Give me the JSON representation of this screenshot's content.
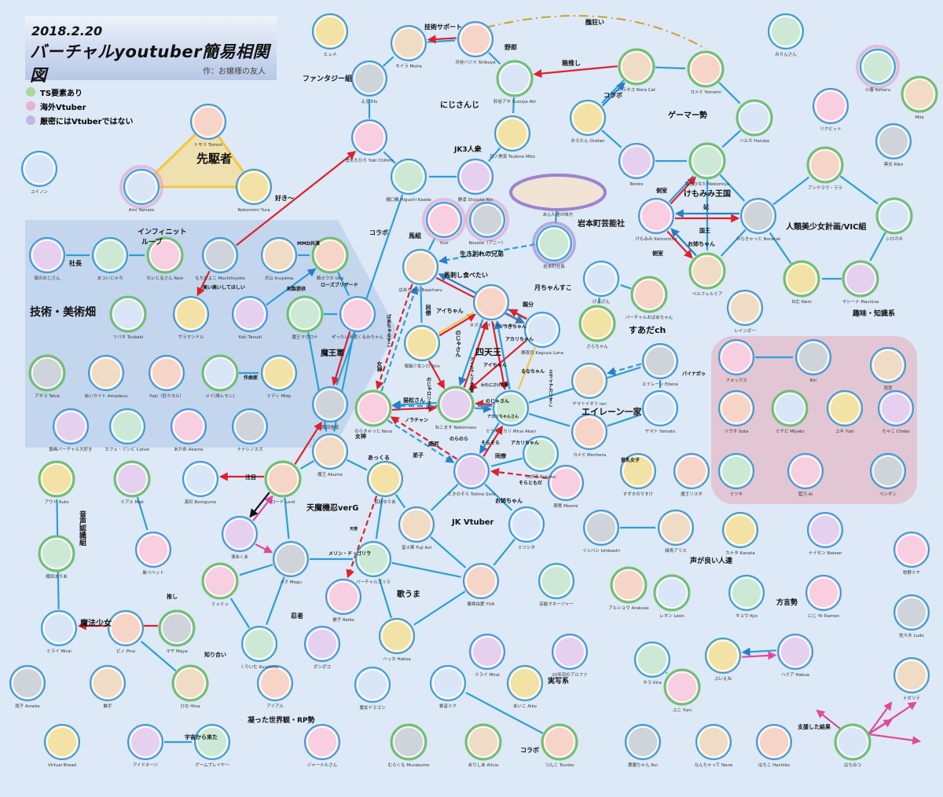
{
  "header": {
    "date": "2018.2.20",
    "title": "バーチャルyoutuber簡易相関図",
    "author": "作：お嬢様の友人"
  },
  "legend": [
    {
      "label": "TS要素あり",
      "color": "#a8d89a"
    },
    {
      "label": "海外Vtuber",
      "color": "#eab0d6"
    },
    {
      "label": "厳密にはVtuberではない",
      "color": "#c3b6e2"
    }
  ],
  "colors": {
    "ring": "#3a9ad9",
    "ts": "#6fbf73",
    "overseas": "#e3a0cc",
    "notv": "#9a84d2",
    "edge_blue": "#2a9fd6",
    "edge_red": "#e0202a",
    "edge_yellow": "#f0c840",
    "edge_pink": "#e2489a",
    "group_tech": "#c3d6ee",
    "group_pink": "#e2c6d4"
  },
  "groups": [
    "先駆者",
    "技術・美術畑",
    "インフィニット",
    "ループ",
    "ファンタジー組",
    "にじさんじ",
    "JK3人衆",
    "ゲーマー勢",
    "けもみみ王国",
    "人類美少女計画/VIC組",
    "趣味・知識系",
    "岩本町芸能社",
    "すあだch",
    "四天王",
    "エイレーン一家",
    "魔王軍",
    "天魔機忍verG",
    "JK Vtuber",
    "歌うま",
    "忍者",
    "魔法少女",
    "凝った世界観・RP勢",
    "声が良い人達",
    "方言勢",
    "実写系",
    "音声認識組"
  ],
  "edge_labels": [
    "技術サポート",
    "野郎",
    "箱推し",
    "コラボ",
    "醜狂い",
    "側室",
    "妃",
    "国王",
    "お姉ちゃん",
    "側室",
    "好き〜",
    "社長",
    "MMD共演",
    "剣製提供",
    "高い高いしてほしい",
    "ローズブリザード",
    "作曲家",
    "コラボ",
    "馬組",
    "生き別れの兄弟",
    "馬刺し食べたい",
    "月ちゃんすこ",
    "親分",
    "同僚",
    "アイちゃん",
    "のじゃさん",
    "つきちゃん",
    "アカリちゃん",
    "アイちゃん",
    "るなちゃん",
    "わたにさけ先輩",
    "猫松さん",
    "ノラチャン",
    "のじゃさん",
    "アカリちゃんさん",
    "のらのら",
    "そらそら",
    "アカリちゃん",
    "師匠",
    "弟子",
    "同僚",
    "そらともだ",
    "お姉ちゃん",
    "パイナポゥ",
    "貧乳女子",
    "女神",
    "女神",
    "あっくる",
    "注目",
    "メリン・ド・ゴリラ",
    "天使",
    "推し",
    "知り合い",
    "宇宙から来た",
    "コラボ",
    "支援した結果",
    "ばあちゃるすこ",
    "のじゃロリさん",
    "アイちゃんさん先輩",
    "ミライアカリすこ"
  ],
  "nodes": [
    {
      "name": "トモリ Tomori",
      "ring": "ring"
    },
    {
      "name": "Ami Yamato",
      "ring": "overseas"
    },
    {
      "name": "Nekomimi Yura",
      "ring": "ring"
    },
    {
      "name": "狐のおじさん",
      "ring": "ring"
    },
    {
      "name": "まついじゃろ",
      "ring": "ring"
    },
    {
      "name": "れいとるさん Rein",
      "ring": "ts"
    },
    {
      "name": "もちひよこ Mochihiyoko",
      "ring": "ring"
    },
    {
      "name": "犬山 Inuyama",
      "ring": "ring"
    },
    {
      "name": "騎士ウカ Uka",
      "ring": "ts"
    },
    {
      "name": "ツバキ Tsubaki",
      "ring": "ts"
    },
    {
      "name": "サラマンドル",
      "ring": "ring"
    },
    {
      "name": "Yuki Tanuki",
      "ring": "ring"
    },
    {
      "name": "魔王マグロナ",
      "ring": "ts"
    },
    {
      "name": "ぜったい天使くるみちゃん",
      "ring": "ring"
    },
    {
      "name": "アキラ Tetra",
      "ring": "ts"
    },
    {
      "name": "ぬいカイト Amadeus",
      "ring": "ring"
    },
    {
      "name": "Yuki（狂々ヨル）",
      "ring": "ring"
    },
    {
      "name": "メイ(鳥レモン)",
      "ring": "ts"
    },
    {
      "name": "ミディ Midy",
      "ring": "ring"
    },
    {
      "name": "動画バーチャル大好き",
      "ring": "ring"
    },
    {
      "name": "カフェ・ゾンビ Calvin",
      "ring": "ring"
    },
    {
      "name": "あかめ Akame",
      "ring": "ring"
    },
    {
      "name": "ナナシノスズ",
      "ring": "ring"
    },
    {
      "name": "モイラ Moira",
      "ring": "ring"
    },
    {
      "name": "渋谷ハジメ Shibuya",
      "ring": "ring"
    },
    {
      "name": "鈴谷アキ Suzuya Aki",
      "ring": "ts"
    },
    {
      "name": "月ノ美兎 Tsukino Mito",
      "ring": "ring"
    },
    {
      "name": "静凛 Shizuka Rin",
      "ring": "ring"
    },
    {
      "name": "樋口楓 Higuchi Kaede",
      "ring": "ring"
    },
    {
      "name": "勇気ちひろ Yuki Chihiro",
      "ring": "ring"
    },
    {
      "name": "える Elu",
      "ring": "ring"
    },
    {
      "name": "ノラネコ Nora Cat",
      "ring": "ts"
    },
    {
      "name": "ヨメミ Yomemi",
      "ring": "ts"
    },
    {
      "name": "ハルカ Haruka",
      "ring": "ts"
    },
    {
      "name": "おらたん Oratan",
      "ring": "ring"
    },
    {
      "name": "Bones",
      "ring": "ring"
    },
    {
      "name": "猫宮ひなた Nekomiya",
      "ring": "ts"
    },
    {
      "name": "けもみみ Kemomimi",
      "ring": "ring"
    },
    {
      "name": "のらきゃっと Noracat",
      "ring": "ring"
    },
    {
      "name": "ベルフェルミア",
      "ring": "ts"
    },
    {
      "name": "アンクラウ・ララ",
      "ring": "ts"
    },
    {
      "name": "シロガネ",
      "ring": "ts"
    },
    {
      "name": "ねむ Nem",
      "ring": "ts"
    },
    {
      "name": "マシーナ Machina",
      "ring": "ts"
    },
    {
      "name": "小春 Koharu",
      "ring": "overseas"
    },
    {
      "name": "リクビット",
      "ring": "ring"
    },
    {
      "name": "黒光 Riko",
      "ring": "ring"
    },
    {
      "name": "レインボー",
      "ring": "ring"
    },
    {
      "name": "バーチャルおばあちゃん",
      "ring": "ts"
    },
    {
      "name": "げんげん",
      "ring": "ring"
    },
    {
      "name": "さらちゃん",
      "ring": "ts"
    },
    {
      "name": "あんた達の味方",
      "ring": "notv"
    },
    {
      "name": "岩本町社長",
      "ring": "notv"
    },
    {
      "name": "Yuni",
      "ring": "overseas"
    },
    {
      "name": "Rosalie（アニー）",
      "ring": "overseas"
    },
    {
      "name": "ばあちゃる Baacharu",
      "ring": "ring"
    },
    {
      "name": "キズナアイ Kizuna AI",
      "ring": "ring"
    },
    {
      "name": "輝夜月 Kaguya Luna",
      "ring": "ring"
    },
    {
      "name": "電脳少女シロ Siro",
      "ring": "ring"
    },
    {
      "name": "ねこます Nekomasu",
      "ring": "ts"
    },
    {
      "name": "ミライアカリ Mirai Akari",
      "ring": "ring"
    },
    {
      "name": "のらきゃっと Nora",
      "ring": "ts"
    },
    {
      "name": "織田信姫",
      "ring": "ring"
    },
    {
      "name": "魔王 Akuma",
      "ring": "ring"
    },
    {
      "name": "ロード Lord",
      "ring": "ts"
    },
    {
      "name": "真紅 Benigumo",
      "ring": "ring"
    },
    {
      "name": "狐妖ゆりあ",
      "ring": "ring"
    },
    {
      "name": "ときのそら Tokino Sora",
      "ring": "ring"
    },
    {
      "name": "ロボ子 Roboko",
      "ring": "ring"
    },
    {
      "name": "萌実 Moemi",
      "ring": "ring"
    },
    {
      "name": "エイレーン Eilene",
      "ring": "ring"
    },
    {
      "name": "ヤマトイオリ Iori",
      "ring": "ring"
    },
    {
      "name": "ヨメミ Menhera",
      "ring": "ring"
    },
    {
      "name": "ヤマト Yamato",
      "ring": "ring"
    },
    {
      "name": "すずきのりすけ",
      "ring": "ring"
    },
    {
      "name": "湊あくあ",
      "ring": "ring"
    },
    {
      "name": "バーチャルゴリラ",
      "ring": "ring"
    },
    {
      "name": "麗子 Reiko",
      "ring": "ring"
    },
    {
      "name": "メグ Megu",
      "ring": "ring"
    },
    {
      "name": "富士葵 Fuji Aoi",
      "ring": "ring"
    },
    {
      "name": "藤崎由愛 YUA",
      "ring": "ring"
    },
    {
      "name": "ミソシタ",
      "ring": "ring"
    },
    {
      "name": "ハッカ Hakka",
      "ring": "ring"
    },
    {
      "name": "ポンポコ",
      "ring": "ring"
    },
    {
      "name": "くりいむ Kuuriimu",
      "ring": "ring"
    },
    {
      "name": "ミュミュ",
      "ring": "ts"
    },
    {
      "name": "マヤ Maya",
      "ring": "ts"
    },
    {
      "name": "ひな Hina",
      "ring": "ts"
    },
    {
      "name": "ピノ Pino",
      "ring": "ring"
    },
    {
      "name": "ミライ Mirai",
      "ring": "ring"
    },
    {
      "name": "アウト Auto",
      "ring": "ts"
    },
    {
      "name": "ミアル Mial",
      "ring": "ts"
    },
    {
      "name": "織田まりあ",
      "ring": "ts"
    },
    {
      "name": "風ベベット",
      "ring": "ring"
    },
    {
      "name": "雨子 Ameko",
      "ring": "ring"
    },
    {
      "name": "触手",
      "ring": "ring"
    },
    {
      "name": "アイアル",
      "ring": "ring"
    },
    {
      "name": "魔女ドラゴン",
      "ring": "ring"
    },
    {
      "name": "Virtual Bread",
      "ring": "ring"
    },
    {
      "name": "アイドネージ",
      "ring": "ring"
    },
    {
      "name": "ゲームプレイヤー",
      "ring": "ring"
    },
    {
      "name": "ジャーナルさん",
      "ring": "ring"
    },
    {
      "name": "むらくも Murakumo",
      "ring": "ts"
    },
    {
      "name": "ありしあ Alicia",
      "ring": "ts"
    },
    {
      "name": "つんこ Tsunko",
      "ring": "ts"
    },
    {
      "name": "紫音ミク",
      "ring": "ring"
    },
    {
      "name": "あいこ Aiko",
      "ring": "ring"
    },
    {
      "name": "20年目のアルファ",
      "ring": "ring"
    },
    {
      "name": "キラ Kira",
      "ring": "ring"
    },
    {
      "name": "ユニ Yuni",
      "ring": "ts"
    },
    {
      "name": "悪魔ちゃん Rui",
      "ring": "ring"
    },
    {
      "name": "なんちゃって Nane",
      "ring": "ring"
    },
    {
      "name": "はちこ Hachiko",
      "ring": "ring"
    },
    {
      "name": "はちみつ",
      "ring": "ts"
    },
    {
      "name": "ぶいえね",
      "ring": "ring"
    },
    {
      "name": "ハクア Hakua",
      "ring": "ring"
    },
    {
      "name": "キョウ Kyo",
      "ring": "ring"
    },
    {
      "name": "にじ Yk Ramen",
      "ring": "ring"
    },
    {
      "name": "イシバシ Ishibashi",
      "ring": "ring"
    },
    {
      "name": "緑青アリス",
      "ring": "ring"
    },
    {
      "name": "アルショウ Arakusa",
      "ring": "ts"
    },
    {
      "name": "レオン Leon",
      "ring": "ts"
    },
    {
      "name": "カナタ Kanata",
      "ring": "ring"
    },
    {
      "name": "ナイセン Naisen",
      "ring": "ring"
    },
    {
      "name": "芸能マネージャー",
      "ring": "ring"
    },
    {
      "name": "牧野ミヤ",
      "ring": "ring"
    },
    {
      "name": "佐々木 Ludo",
      "ring": "ring"
    },
    {
      "name": "ナガリテ",
      "ring": "ring"
    },
    {
      "name": "魔王リスタ",
      "ring": "ring"
    },
    {
      "name": "ユイノン",
      "ring": "ring"
    },
    {
      "name": "ヒュメ",
      "ring": "ring"
    },
    {
      "name": "ミライ Mirai",
      "ring": "ring"
    },
    {
      "name": "みりんさん",
      "ring": "ring"
    },
    {
      "name": "フォックス",
      "ring": "ring"
    },
    {
      "name": "Rin",
      "ring": "ring"
    },
    {
      "name": "雨宮",
      "ring": "ring"
    },
    {
      "name": "ソウタ Sota",
      "ring": "ring"
    },
    {
      "name": "ミヤビ Miyabi",
      "ring": "ts"
    },
    {
      "name": "ユキ Yuki",
      "ring": "ring"
    },
    {
      "name": "ちゃこ Chako",
      "ring": "ring"
    },
    {
      "name": "ミツキ",
      "ring": "ring"
    },
    {
      "name": "藍乃 Ai",
      "ring": "ring"
    },
    {
      "name": "ペンギン",
      "ring": "ring"
    },
    {
      "name": "Mila",
      "ring": "ts"
    }
  ]
}
